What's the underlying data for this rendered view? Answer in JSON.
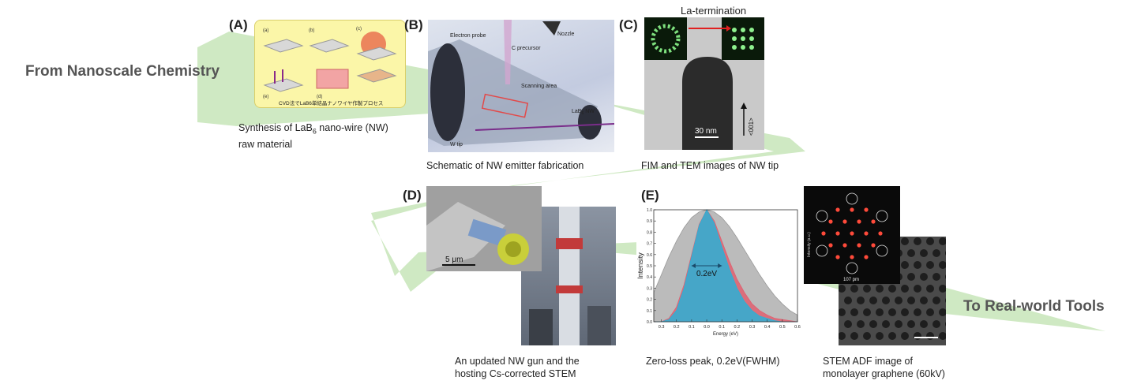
{
  "headings": {
    "from": "From Nanoscale Chemistry",
    "to": "To Real-world Tools"
  },
  "panels": {
    "a": {
      "tag": "(A)",
      "caption_pre": "Synthesis of LaB",
      "caption_sub": "6",
      "caption_post": " nano-wire (NW)",
      "caption_line2": "raw material",
      "inner_labels": [
        "(a)",
        "(b)",
        "(c)",
        "(e)",
        "(d)"
      ],
      "bottom_text": "CVD法でLaB6単結晶ナノワイヤ作製プロセス"
    },
    "b": {
      "tag": "(B)",
      "caption": "Schematic of NW emitter fabrication",
      "labels": {
        "probe": "Electron probe",
        "nozzle": "Nozzle",
        "precursor": "C precursor",
        "scan": "Scanning area",
        "nw_pre": "LaB",
        "nw_sub": "6",
        "nw_post": " NW",
        "wtip": "W tip"
      }
    },
    "c": {
      "tag": "(C)",
      "caption": "FIM and TEM images of NW tip",
      "title": "La-termination",
      "scalebar": "30 nm",
      "direction": "<001>"
    },
    "d": {
      "tag": "(D)",
      "caption_line1": "An updated NW gun and the",
      "caption_line2": "hosting Cs-corrected STEM",
      "scalebar": "5 μm"
    },
    "e": {
      "tag": "(E)",
      "caption": "Zero-loss peak, 0.2eV(FWHM)"
    },
    "f": {
      "caption_line1": "STEM ADF image of",
      "caption_line2": "monolayer graphene (60kV)",
      "fft_ylabel": "Intensity (a.u.)",
      "fft_label": "107 pm"
    }
  },
  "chart_data": {
    "type": "area",
    "xlabel": "Energy (eV)",
    "ylabel": "Intensity",
    "xlim": [
      -0.35,
      0.6
    ],
    "ylim": [
      0,
      1.0
    ],
    "x_ticks": [
      -0.3,
      -0.2,
      -0.1,
      0.0,
      0.1,
      0.2,
      0.3,
      0.4,
      0.5,
      0.6
    ],
    "x_tick_labels": [
      "0.3",
      "0.2",
      "0.1",
      "0.0",
      "0.1",
      "0.2",
      "0.3",
      "0.4",
      "0.5",
      "0.6"
    ],
    "y_ticks": [
      0,
      0.1,
      0.2,
      0.3,
      0.4,
      0.5,
      0.6,
      0.7,
      0.8,
      0.9,
      1.0
    ],
    "y_tick_labels": [
      "0.0",
      "0.1",
      "0.2",
      "0.3",
      "0.4",
      "0.5",
      "0.6",
      "0.7",
      "0.8",
      "0.9",
      "1.0"
    ],
    "annotation": "0.2eV",
    "fwhm": [
      -0.1,
      0.1
    ],
    "series": [
      {
        "color": "#b4b4b4",
        "x": [
          -0.35,
          -0.3,
          -0.25,
          -0.2,
          -0.15,
          -0.1,
          -0.05,
          0.0,
          0.05,
          0.1,
          0.15,
          0.2,
          0.25,
          0.3,
          0.35,
          0.4,
          0.45,
          0.5,
          0.55,
          0.6
        ],
        "y": [
          0.26,
          0.42,
          0.58,
          0.72,
          0.84,
          0.93,
          0.98,
          1.0,
          0.98,
          0.93,
          0.85,
          0.75,
          0.64,
          0.53,
          0.42,
          0.32,
          0.23,
          0.16,
          0.1,
          0.06
        ]
      },
      {
        "color": "#e06070",
        "x": [
          -0.35,
          -0.3,
          -0.25,
          -0.2,
          -0.15,
          -0.1,
          -0.05,
          0.0,
          0.05,
          0.1,
          0.15,
          0.2,
          0.25,
          0.3,
          0.35,
          0.4,
          0.45,
          0.5,
          0.55,
          0.6
        ],
        "y": [
          0.0,
          0.0,
          0.03,
          0.13,
          0.33,
          0.6,
          0.87,
          1.0,
          0.9,
          0.72,
          0.54,
          0.38,
          0.26,
          0.16,
          0.1,
          0.06,
          0.03,
          0.02,
          0.01,
          0.0
        ]
      },
      {
        "color": "#2bb0d6",
        "x": [
          -0.35,
          -0.3,
          -0.25,
          -0.2,
          -0.15,
          -0.1,
          -0.05,
          0.0,
          0.05,
          0.1,
          0.15,
          0.2,
          0.25,
          0.3,
          0.35,
          0.4,
          0.45,
          0.5,
          0.55,
          0.6
        ],
        "y": [
          0.0,
          0.0,
          0.02,
          0.1,
          0.3,
          0.58,
          0.86,
          1.0,
          0.88,
          0.67,
          0.47,
          0.3,
          0.18,
          0.1,
          0.05,
          0.03,
          0.01,
          0.0,
          0.0,
          0.0
        ]
      }
    ]
  }
}
